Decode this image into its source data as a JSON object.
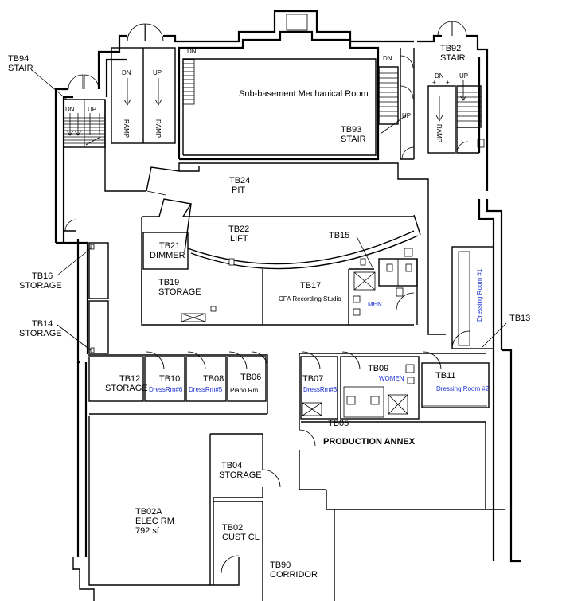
{
  "rooms": {
    "tb94": {
      "id": "TB94",
      "name": "STAIR"
    },
    "tb92": {
      "id": "TB92",
      "name": "STAIR"
    },
    "mech": {
      "name": "Sub-basement Mechanical Room"
    },
    "tb93": {
      "id": "TB93",
      "name": "STAIR"
    },
    "tb24": {
      "id": "TB24",
      "name": "PIT"
    },
    "tb22": {
      "id": "TB22",
      "name": "LIFT"
    },
    "tb15": {
      "id": "TB15"
    },
    "tb21": {
      "id": "TB21",
      "name": "DIMMER"
    },
    "tb19": {
      "id": "TB19",
      "name": "STORAGE"
    },
    "tb17": {
      "id": "TB17",
      "name": "CFA Recording Studio"
    },
    "men": {
      "name": "MEN"
    },
    "dress1": {
      "name": "Dressing Room #1"
    },
    "tb13": {
      "id": "TB13"
    },
    "tb16": {
      "id": "TB16",
      "name": "STORAGE"
    },
    "tb14": {
      "id": "TB14",
      "name": "STORAGE"
    },
    "tb12": {
      "id": "TB12",
      "name": "STORAGE"
    },
    "tb10": {
      "id": "TB10",
      "name": "DressRm#6"
    },
    "tb08": {
      "id": "TB08",
      "name": "DressRm#5"
    },
    "tb06": {
      "id": "TB06",
      "name": "Piano Rm"
    },
    "tb07": {
      "id": "TB07",
      "name": "DressRm#3"
    },
    "tb09": {
      "id": "TB09",
      "name": "WOMEN"
    },
    "tb11": {
      "id": "TB11",
      "name": "Dressing Room #2"
    },
    "tb05": {
      "id": "TB05"
    },
    "annex": {
      "name": "PRODUCTION ANNEX"
    },
    "tb04": {
      "id": "TB04",
      "name": "STORAGE"
    },
    "tb02a": {
      "id": "TB02A",
      "name": "ELEC  RM",
      "area": "792  sf"
    },
    "tb02": {
      "id": "TB02",
      "name": "CUST  CL"
    },
    "tb90": {
      "id": "TB90",
      "name": "CORRIDOR"
    }
  },
  "stair_marks": {
    "dn": "DN",
    "up": "UP",
    "ramp": "RAMP"
  }
}
